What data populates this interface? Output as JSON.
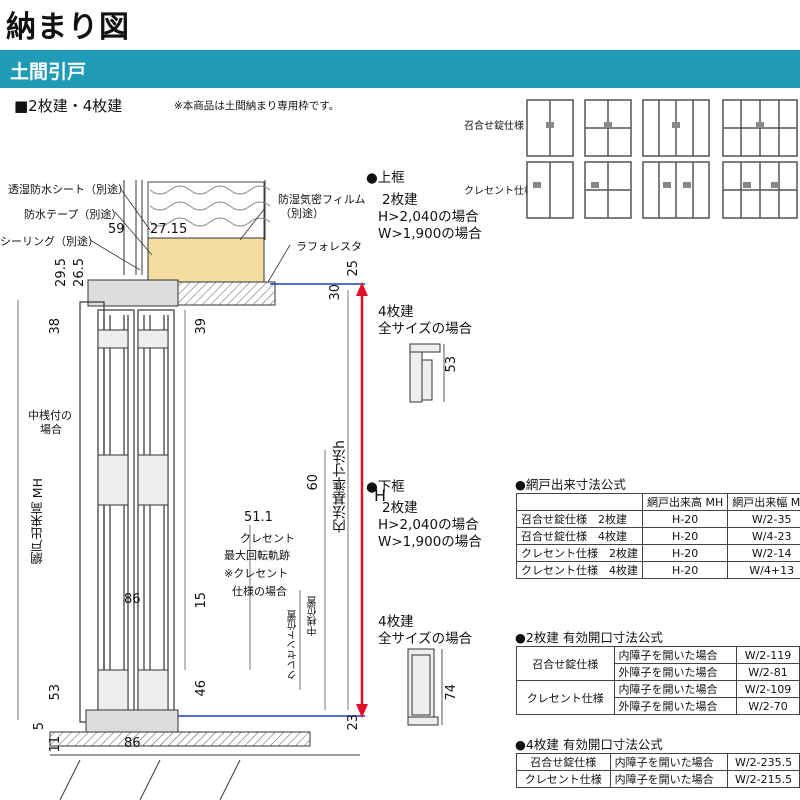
{
  "header": {
    "title": "納まり図",
    "section": "土間引戸",
    "subtitle": "■2枚建・4枚建",
    "note": "※本商品は土間納まり専用枠です。"
  },
  "thumbnails": {
    "row_labels": [
      "召合せ錠仕様",
      "クレセント仕様"
    ]
  },
  "callouts": {
    "sheet": "透湿防水シート（別途）",
    "tape": "防水テープ（別途）",
    "sealing": "シーリング（別途）",
    "film_1": "防湿気密フィルム",
    "film_2": "（別途）",
    "laforesta": "ラフォレスタ",
    "midbar_1": "中桟付の",
    "midbar_2": "場合",
    "crescent": "クレセント",
    "max_rot": "最大回転軌跡",
    "crescent_note": "※クレセント",
    "crescent_note2": "仕様の場合",
    "crescent_pos": "クレセント位置",
    "midbar_pos": "中桟位置",
    "mh_label": "網戸出来高 MH",
    "h_label": "内法基準寸法h"
  },
  "dimensions": {
    "d59": "59",
    "d27_15": "27.15",
    "d29_5": "29.5",
    "d26_5": "26.5",
    "d25": "25",
    "d30": "30",
    "d38": "38",
    "d39": "39",
    "d51_1": "51.1",
    "d60": "60",
    "d86": "86",
    "d15": "15",
    "d53": "53",
    "d46": "46",
    "d5": "5",
    "d11": "11",
    "d86b": "86",
    "d23": "23",
    "H": "H",
    "d53b": "53",
    "d74": "74"
  },
  "upper_frame": {
    "title": "●上框",
    "line1": "2枚建",
    "line2": "H>2,040の場合",
    "line3": "W>1,900の場合",
    "four_1": "4枚建",
    "four_2": "全サイズの場合"
  },
  "lower_frame": {
    "title": "●下框",
    "line1": "2枚建",
    "line2": "H>2,040の場合",
    "line3": "W>1,900の場合",
    "four_1": "4枚建",
    "four_2": "全サイズの場合"
  },
  "table1": {
    "title": "●網戸出来寸法公式",
    "headers": [
      "",
      "網戸出来高 MH",
      "網戸出来幅 MW"
    ],
    "rows": [
      [
        "召合せ錠仕様　2枚建",
        "H-20",
        "W/2-35"
      ],
      [
        "召合せ錠仕様　4枚建",
        "H-20",
        "W/4-23"
      ],
      [
        "クレセント仕様　2枚建",
        "H-20",
        "W/2-14"
      ],
      [
        "クレセント仕様　4枚建",
        "H-20",
        "W/4+13"
      ]
    ]
  },
  "table2": {
    "title": "●2枚建 有効開口寸法公式",
    "rows": [
      [
        "召合せ錠仕様",
        "内障子を開いた場合",
        "W/2-119"
      ],
      [
        "",
        "外障子を開いた場合",
        "W/2-81"
      ],
      [
        "クレセント仕様",
        "内障子を開いた場合",
        "W/2-109"
      ],
      [
        "",
        "外障子を開いた場合",
        "W/2-70"
      ]
    ]
  },
  "table3": {
    "title": "●4枚建 有効開口寸法公式",
    "rows": [
      [
        "召合せ錠仕様",
        "内障子を開いた場合",
        "W/2-235.5"
      ],
      [
        "クレセント仕様",
        "内障子を開いた場合",
        "W/2-215.5"
      ]
    ]
  },
  "colors": {
    "accent": "#1f9bb6",
    "lumber": "#f2dca0",
    "arrow": "#e0102a",
    "blue_line": "#1b3fc4"
  }
}
